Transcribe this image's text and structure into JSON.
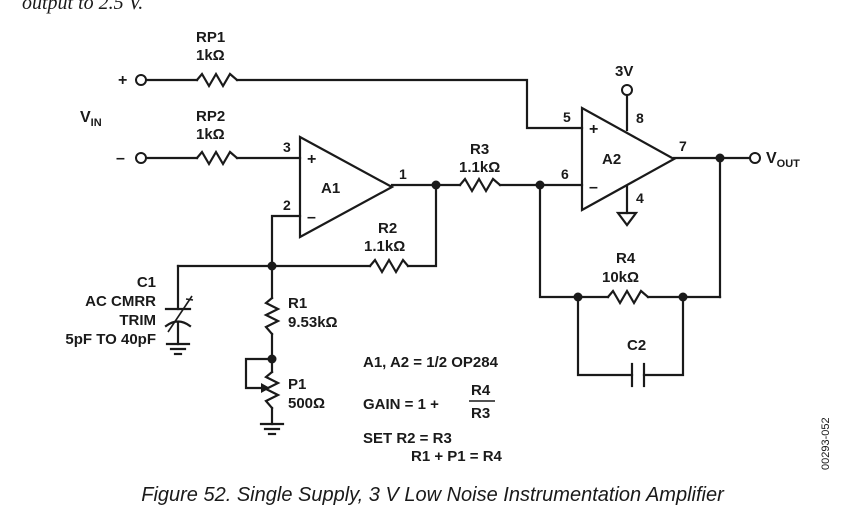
{
  "top_text": "output to 2.5 V.",
  "caption": "Figure 52. Single Supply, 3 V Low Noise Instrumentation Amplifier",
  "drawing_code": "00293-052",
  "inputs": {
    "plus": "+",
    "minus": "–",
    "vin": "V",
    "vin_sub": "IN"
  },
  "output": {
    "vout": "V",
    "vout_sub": "OUT"
  },
  "supply": "3V",
  "amplifiers": {
    "a1": {
      "name": "A1",
      "plus": "+",
      "minus": "–",
      "pin_in_plus": "3",
      "pin_in_minus": "2",
      "pin_out": "1"
    },
    "a2": {
      "name": "A2",
      "plus": "+",
      "minus": "–",
      "pin_in_plus": "5",
      "pin_in_minus": "6",
      "pin_out": "7",
      "pin_vpos": "8",
      "pin_gnd": "4"
    }
  },
  "components": {
    "rp1": {
      "name": "RP1",
      "value": "1kΩ"
    },
    "rp2": {
      "name": "RP2",
      "value": "1kΩ"
    },
    "r2": {
      "name": "R2",
      "value": "1.1kΩ"
    },
    "r3": {
      "name": "R3",
      "value": "1.1kΩ"
    },
    "r4": {
      "name": "R4",
      "value": "10kΩ"
    },
    "r1": {
      "name": "R1",
      "value": "9.53kΩ"
    },
    "p1": {
      "name": "P1",
      "value": "500Ω"
    },
    "c2": {
      "name": "C2"
    },
    "c1": {
      "name": "C1",
      "line1": "AC CMRR",
      "line2": "TRIM",
      "line3": "5pF TO 40pF"
    }
  },
  "notes": {
    "opamp": "A1, A2 = 1/2 OP284",
    "gain_prefix": "GAIN = 1 +",
    "gain_num": "R4",
    "gain_den": "R3",
    "set1": "SET R2 = R3",
    "set2": "R1 + P1 = R4"
  }
}
